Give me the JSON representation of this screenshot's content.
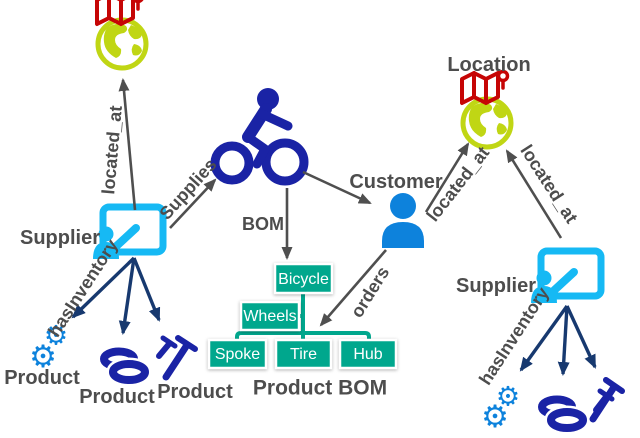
{
  "colors": {
    "label_gray": "#4d4d4d",
    "edge_gray": "#4f4f4f",
    "cyan": "#16b9f4",
    "blue": "#0d82dc",
    "navy": "#1a23a5",
    "navy_arrow": "#17396f",
    "teal": "#00a78d",
    "globe_green": "#c0d614",
    "map_red": "#c60505",
    "box_text": "#ffffff"
  },
  "nodes": {
    "supplier_left": {
      "label": "Supplier"
    },
    "supplier_right": {
      "label": "Supplier"
    },
    "customer": {
      "label": "Customer"
    },
    "location": {
      "label": "Location"
    },
    "product_gears": {
      "label": "Product"
    },
    "product_tires": {
      "label": "Product"
    },
    "product_nails": {
      "label": "Product"
    }
  },
  "edges": {
    "located_at_left": {
      "label": "located_at"
    },
    "located_at_customer": {
      "label": "located_at"
    },
    "located_at_supplier_right": {
      "label": "located_at"
    },
    "supplies": {
      "label": "Supplies"
    },
    "bom": {
      "label": "BOM"
    },
    "orders": {
      "label": "orders"
    },
    "has_inventory_left": {
      "label": "hasInventory"
    },
    "has_inventory_right": {
      "label": "hasInventory"
    }
  },
  "bom_tree": {
    "caption": "Product BOM",
    "nodes": {
      "bicycle": "Bicycle",
      "wheels": "Wheels",
      "spoke": "Spoke",
      "tire": "Tire",
      "hub": "Hub"
    }
  },
  "icons": {
    "gear_glyph": "⚙"
  }
}
